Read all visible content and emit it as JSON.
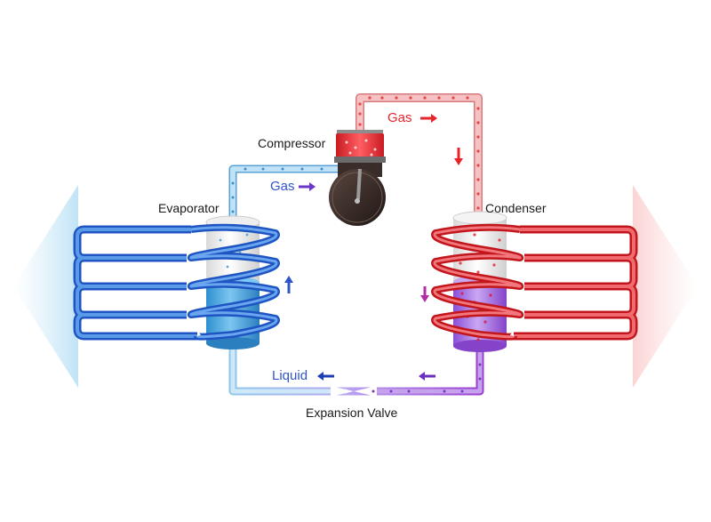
{
  "labels": {
    "compressor": "Compressor",
    "evaporator": "Evaporator",
    "condenser": "Condenser",
    "expansion_valve": "Expansion Valve",
    "gas_hot": "Gas",
    "gas_cold": "Gas",
    "liquid": "Liquid"
  },
  "colors": {
    "hot": "#e8232b",
    "hot_pipe": "#f2a2a4",
    "cold": "#2f55c9",
    "cold_pipe": "#8cc3ea",
    "coil_blue": "#2a6fd6",
    "coil_red": "#e8333a",
    "mixed": "#9a3fd0"
  },
  "icons": {
    "left_arrow": "cold-air-arrow",
    "right_arrow": "warm-air-arrow",
    "compressor": "compressor-icon",
    "direction_arrows": "flow-arrow-icon"
  }
}
